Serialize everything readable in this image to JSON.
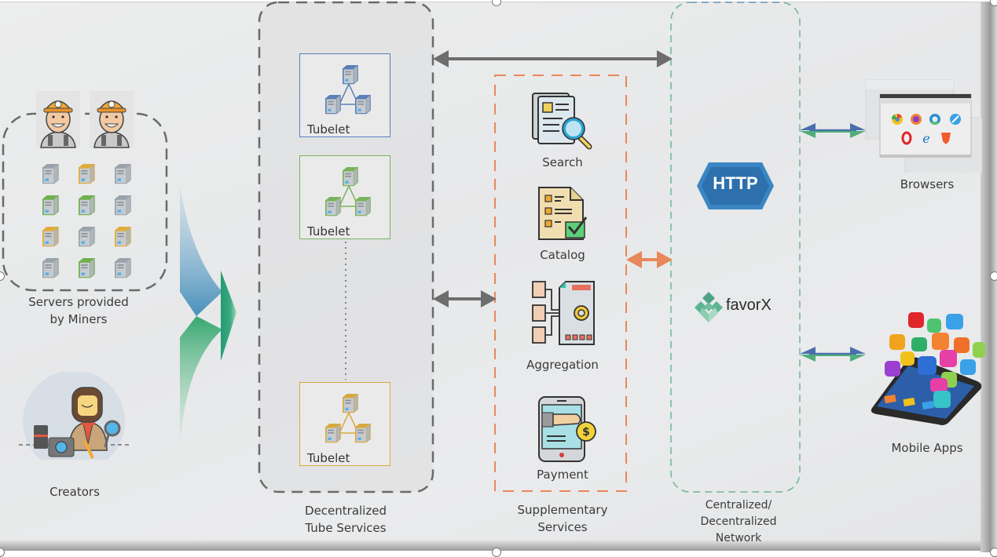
{
  "diagram": {
    "left": {
      "miners_label_line1": "Servers provided",
      "miners_label_line2": "by Miners",
      "miner_count": 2,
      "server_grid_colors": [
        [
          "gray",
          "yellow",
          "gray"
        ],
        [
          "green",
          "green",
          "gray"
        ],
        [
          "yellow",
          "gray",
          "yellow"
        ],
        [
          "gray",
          "green",
          "gray"
        ]
      ],
      "creators_label": "Creators"
    },
    "tube_services": {
      "tubelets": [
        {
          "label": "Tubelet",
          "color": "#5b7fb8"
        },
        {
          "label": "Tubelet",
          "color": "#7ab35b"
        },
        {
          "label": "Tubelet",
          "color": "#d9a93e"
        }
      ],
      "caption_line1": "Decentralized",
      "caption_line2": "Tube Services"
    },
    "supplementary": {
      "services": [
        {
          "label": "Search",
          "icon": "search-document-icon"
        },
        {
          "label": "Catalog",
          "icon": "catalog-checklist-icon"
        },
        {
          "label": "Aggregation",
          "icon": "aggregation-gear-icon"
        },
        {
          "label": "Payment",
          "icon": "mobile-payment-icon"
        }
      ],
      "caption_line1": "Supplementary",
      "caption_line2": "Services",
      "border_color": "#e8875a"
    },
    "network": {
      "http_label": "HTTP",
      "favorx_label": "favorX",
      "caption_line1": "Centralized/",
      "caption_line2": "Decentralized",
      "caption_line3": "Network",
      "border_color": "#6fb596"
    },
    "clients": {
      "browsers_label": "Browsers",
      "mobile_label": "Mobile Apps"
    },
    "colors": {
      "gray_arrow": "#6d6d6d",
      "orange_arrow": "#e8875a",
      "blue_arrow": "#4a6fae",
      "green_arrow": "#4fae7a",
      "http_blue": "#2d70ad"
    }
  }
}
